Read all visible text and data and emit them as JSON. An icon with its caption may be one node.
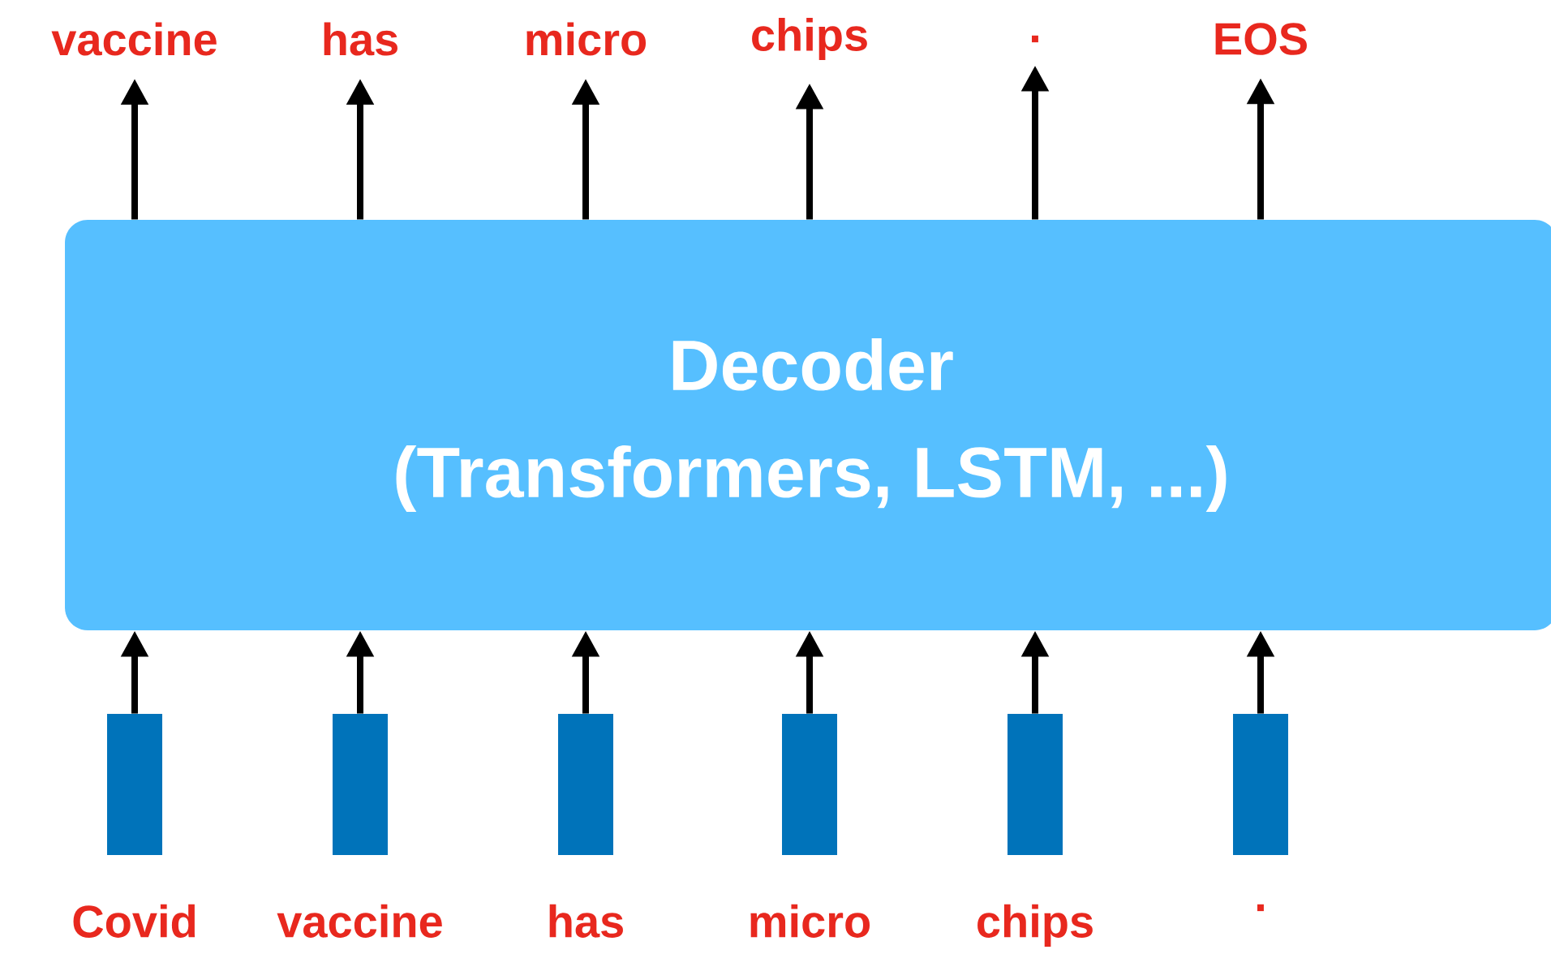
{
  "diagram": {
    "nodes": [
      {
        "text": [
          "vaccine"
        ]
      },
      {
        "text": [
          "has"
        ]
      },
      {
        "text": [
          "micro"
        ]
      },
      {
        "text": [
          "chips"
        ]
      },
      {
        "text": [
          "."
        ]
      },
      {
        "text": [
          "EOS"
        ]
      },
      {
        "text": [
          "Decoder",
          "(Transformers, LSTM, ...)"
        ]
      },
      {
        "text": [],
        "shape": "bar",
        "beside": [
          "Covid"
        ]
      },
      {
        "text": [],
        "shape": "bar",
        "beside": [
          "vaccine"
        ]
      },
      {
        "text": [],
        "shape": "bar",
        "beside": [
          "has"
        ]
      },
      {
        "text": [],
        "shape": "bar",
        "beside": [
          "micro"
        ]
      },
      {
        "text": [],
        "shape": "bar",
        "beside": [
          "chips"
        ]
      },
      {
        "text": [],
        "shape": "bar",
        "beside": [
          "."
        ]
      }
    ],
    "edges": [
      {
        "from": 7,
        "to": 6,
        "arrow": "to"
      },
      {
        "from": 8,
        "to": 6,
        "arrow": "to"
      },
      {
        "from": 9,
        "to": 6,
        "arrow": "to"
      },
      {
        "from": 10,
        "to": 6,
        "arrow": "to"
      },
      {
        "from": 11,
        "to": 6,
        "arrow": "to"
      },
      {
        "from": 12,
        "to": 6,
        "arrow": "to"
      },
      {
        "from": 6,
        "to": 0,
        "arrow": "to"
      },
      {
        "from": 6,
        "to": 1,
        "arrow": "to"
      },
      {
        "from": 6,
        "to": 2,
        "arrow": "to"
      },
      {
        "from": 6,
        "to": 3,
        "arrow": "to"
      },
      {
        "from": 6,
        "to": 4,
        "arrow": "to"
      },
      {
        "from": 6,
        "to": 5,
        "arrow": "to"
      }
    ]
  }
}
